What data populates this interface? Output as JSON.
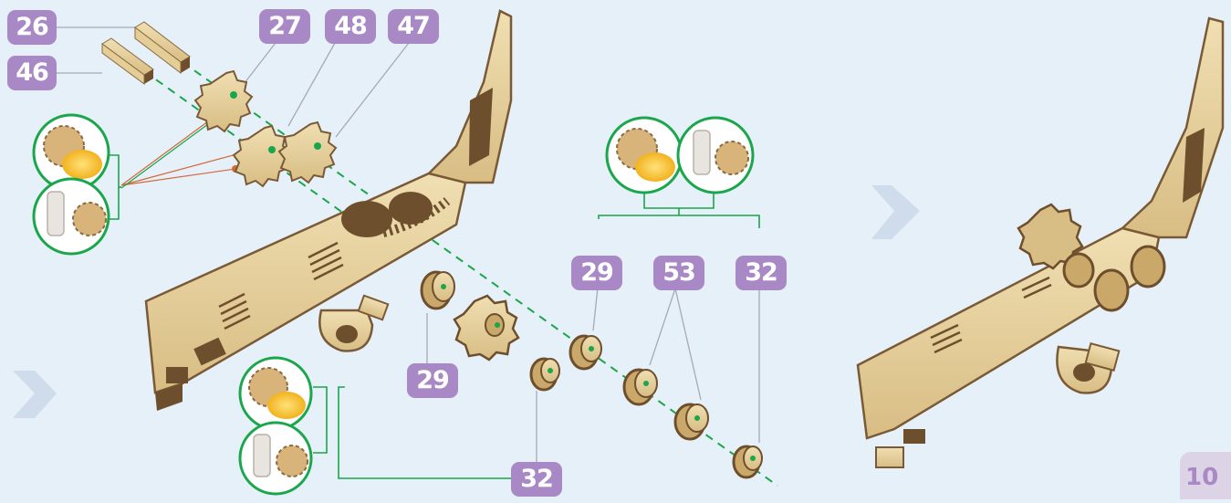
{
  "part_numbers": {
    "p26": "26",
    "p46": "46",
    "p27": "27",
    "p48": "48",
    "p47": "47",
    "p29_top": "29",
    "p53": "53",
    "p32_top": "32",
    "p29_left": "29",
    "p32_bottom": "32"
  },
  "page_number": "10",
  "colors": {
    "background": "#e6f0f8",
    "badge": "#a988c6",
    "guide_line": "#1aa64b",
    "wood_light": "#e9d6a4",
    "wood_dark": "#7a5a36",
    "arrow": "#c9d7e8"
  },
  "icons": [
    "lubricate-gear-icon",
    "wax-candle-icon",
    "next-step-arrow-icon"
  ]
}
